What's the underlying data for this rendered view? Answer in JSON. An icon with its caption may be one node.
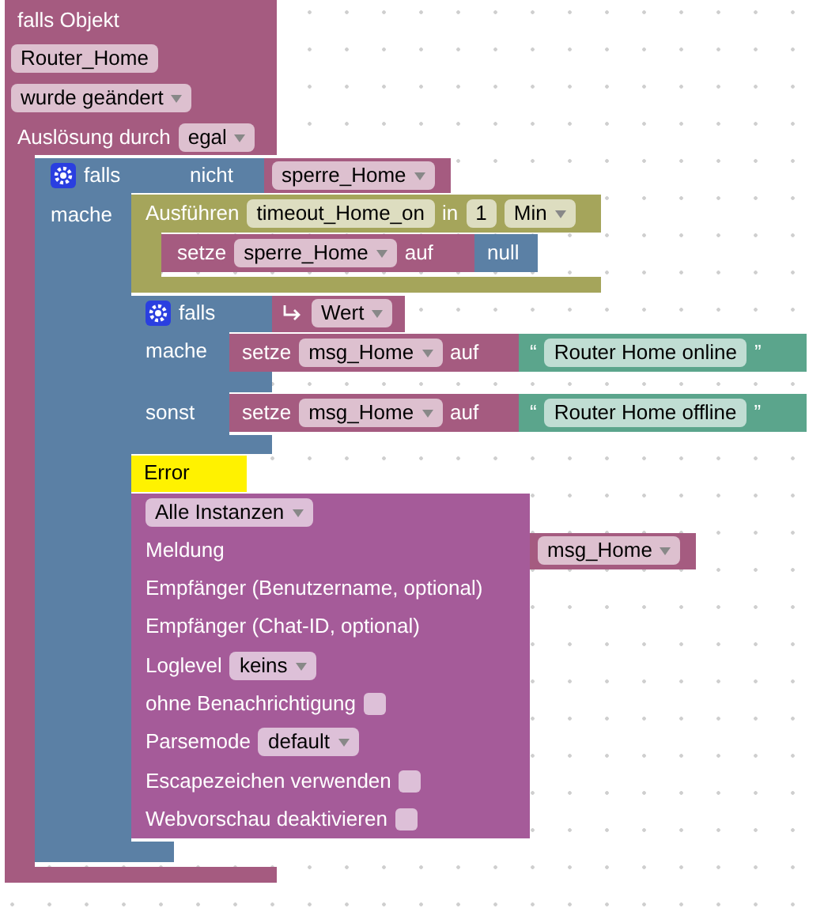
{
  "diagram": {
    "nodes": [
      {
        "text": [
          "falls Objekt",
          "Router_Home",
          "wurde geändert",
          "Auslösung durch",
          "egal"
        ]
      },
      {
        "text": [
          "falls",
          "mache"
        ],
        "in": 0
      },
      {
        "text": [
          "nicht"
        ],
        "in": 0
      },
      {
        "text": [
          "sperre_Home"
        ]
      },
      {
        "text": [
          "Ausführen",
          "timeout_Home_on",
          "in",
          "1",
          "Min"
        ]
      },
      {
        "text": [
          "setze",
          "sperre_Home",
          "auf"
        ],
        "in": 4
      },
      {
        "text": [
          "null"
        ],
        "in": 4
      },
      {
        "text": [
          "falls",
          "mache",
          "sonst"
        ],
        "in": 0
      },
      {
        "text": [
          "Wert"
        ]
      },
      {
        "text": [
          "setze",
          "msg_Home",
          "auf"
        ]
      },
      {
        "text": [
          "“",
          "Router Home online",
          "”"
        ]
      },
      {
        "text": [
          "setze",
          "msg_Home",
          "auf"
        ]
      },
      {
        "text": [
          "“",
          "Router Home offline",
          "”"
        ]
      },
      {
        "text": [
          "Error"
        ],
        "in": 0
      },
      {
        "text": [
          "Alle Instanzen",
          "Meldung",
          "Empfänger (Benutzername, optional)",
          "Empfänger (Chat-ID, optional)",
          "Loglevel",
          "keins",
          "ohne Benachrichtigung",
          "Parsemode",
          "default",
          "Escapezeichen verwenden",
          "Webvorschau deaktivieren"
        ]
      },
      {
        "text": [
          "msg_Home"
        ]
      }
    ]
  }
}
